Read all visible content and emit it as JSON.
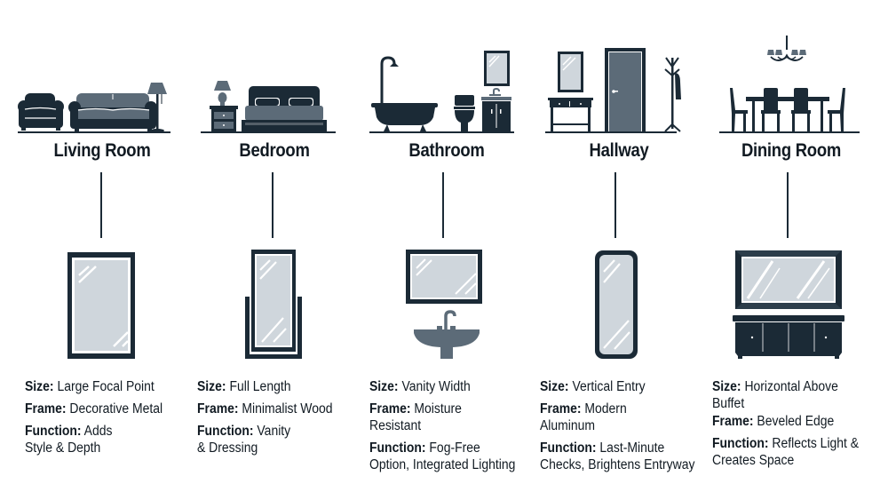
{
  "colors": {
    "dark": "#1b2a36",
    "slate": "#5c6b78",
    "glass": "#cfd6dc",
    "highlight": "#ffffff"
  },
  "rooms": [
    {
      "title": "Living Room",
      "scene_icons": [
        "armchair-icon",
        "sofa-icon",
        "floor-lamp-icon"
      ],
      "mirror_icon": "rectangular-wall-mirror-icon",
      "specs": {
        "size_label": "Size:",
        "size": "Large Focal Point",
        "frame_label": "Frame:",
        "frame": "Decorative Metal",
        "function_label": "Function:",
        "function": "Adds Style & Depth"
      }
    },
    {
      "title": "Bedroom",
      "scene_icons": [
        "nightstand-icon",
        "table-lamp-icon",
        "bed-icon"
      ],
      "mirror_icon": "standing-cheval-mirror-icon",
      "specs": {
        "size_label": "Size:",
        "size": "Full Length",
        "frame_label": "Frame:",
        "frame": "Minimalist Wood",
        "function_label": "Function:",
        "function": "Vanity & Dressing"
      }
    },
    {
      "title": "Bathroom",
      "scene_icons": [
        "bathtub-shower-icon",
        "toilet-icon",
        "vanity-cabinet-icon",
        "small-mirror-icon"
      ],
      "mirror_icon": "vanity-mirror-with-sink-icon",
      "specs": {
        "size_label": "Size:",
        "size": "Vanity Width",
        "frame_label": "Frame:",
        "frame": "Moisture Resistant",
        "function_label": "Function:",
        "function": "Fog-Free Option, Integrated Lighting"
      }
    },
    {
      "title": "Hallway",
      "scene_icons": [
        "console-table-icon",
        "wall-mirror-icon",
        "door-icon",
        "coat-rack-icon"
      ],
      "mirror_icon": "tall-rounded-mirror-icon",
      "specs": {
        "size_label": "Size:",
        "size": "Vertical Entry",
        "frame_label": "Frame:",
        "frame": "Modern Aluminum",
        "function_label": "Function:",
        "function": "Last-Minute Checks, Brightens Entryway"
      }
    },
    {
      "title": "Dining Room",
      "scene_icons": [
        "chandelier-icon",
        "dining-table-icon",
        "dining-chairs-icon"
      ],
      "mirror_icon": "beveled-mirror-above-buffet-icon",
      "specs": {
        "size_label": "Size:",
        "size": "Horizontal Above Buffet",
        "frame_label": "Frame:",
        "frame": "Beveled Edge",
        "function_label": "Function:",
        "function": "Reflects Light & Creates Space"
      }
    }
  ]
}
